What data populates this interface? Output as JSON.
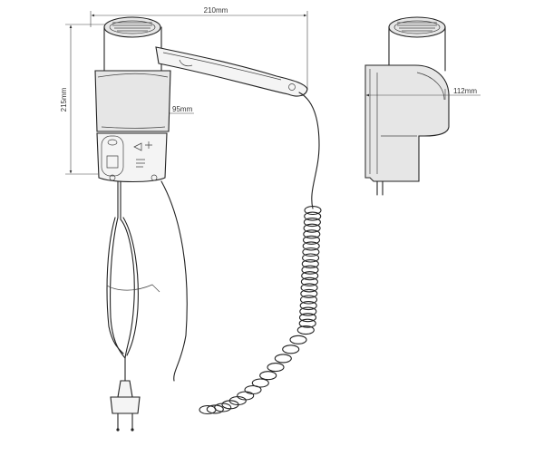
{
  "dimensions": {
    "total_width": "210mm",
    "total_height": "215mm",
    "holder_width": "95mm",
    "side_depth": "112mm"
  },
  "colors": {
    "line": "#222222",
    "shade": "#e6e6e6",
    "background": "#ffffff"
  },
  "parts": {
    "front_view": [
      "dryer-head",
      "dryer-handle",
      "wall-holder",
      "control-panel",
      "coiled-cord",
      "power-cable",
      "euro-plug"
    ],
    "side_view": [
      "dryer-head",
      "wall-bracket"
    ]
  }
}
